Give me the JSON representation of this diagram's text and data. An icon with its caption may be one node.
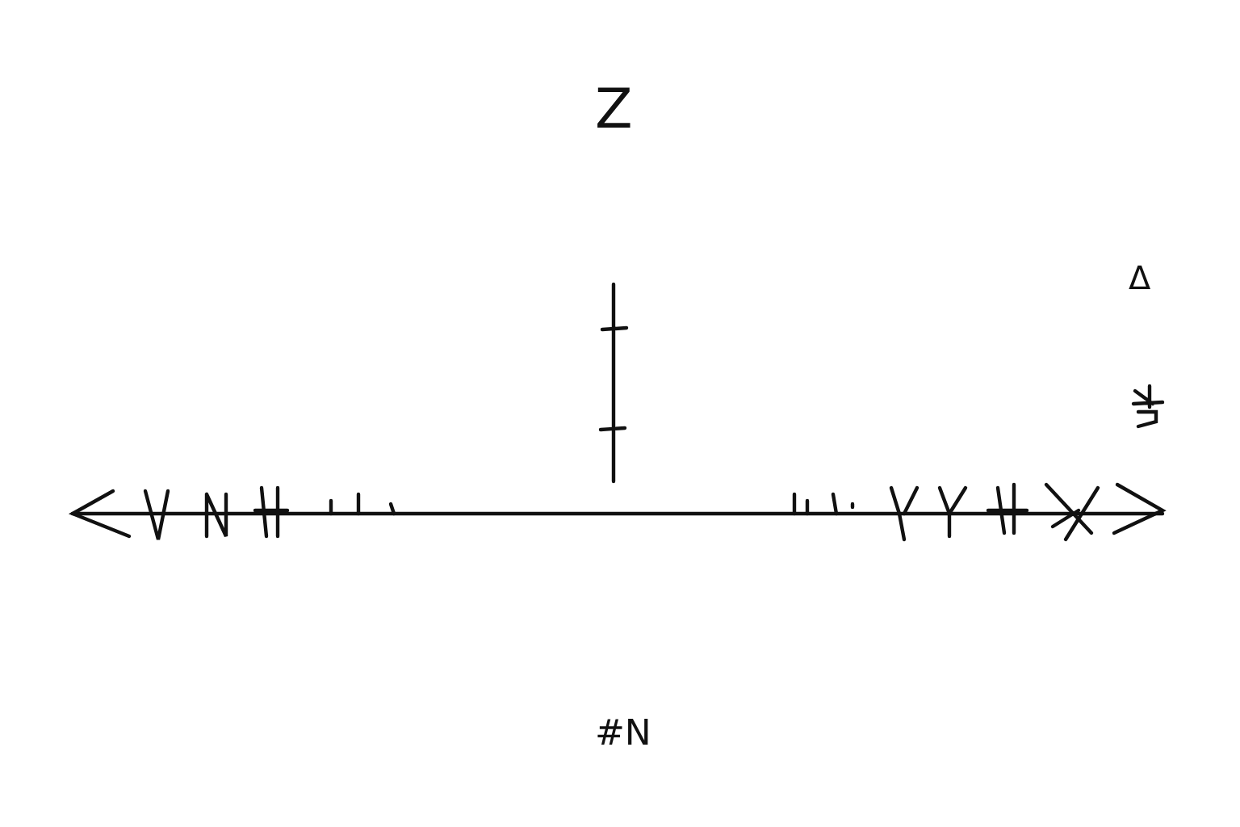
{
  "diagram": {
    "labels": [
      "Z",
      "Δ",
      "#N"
    ]
  }
}
